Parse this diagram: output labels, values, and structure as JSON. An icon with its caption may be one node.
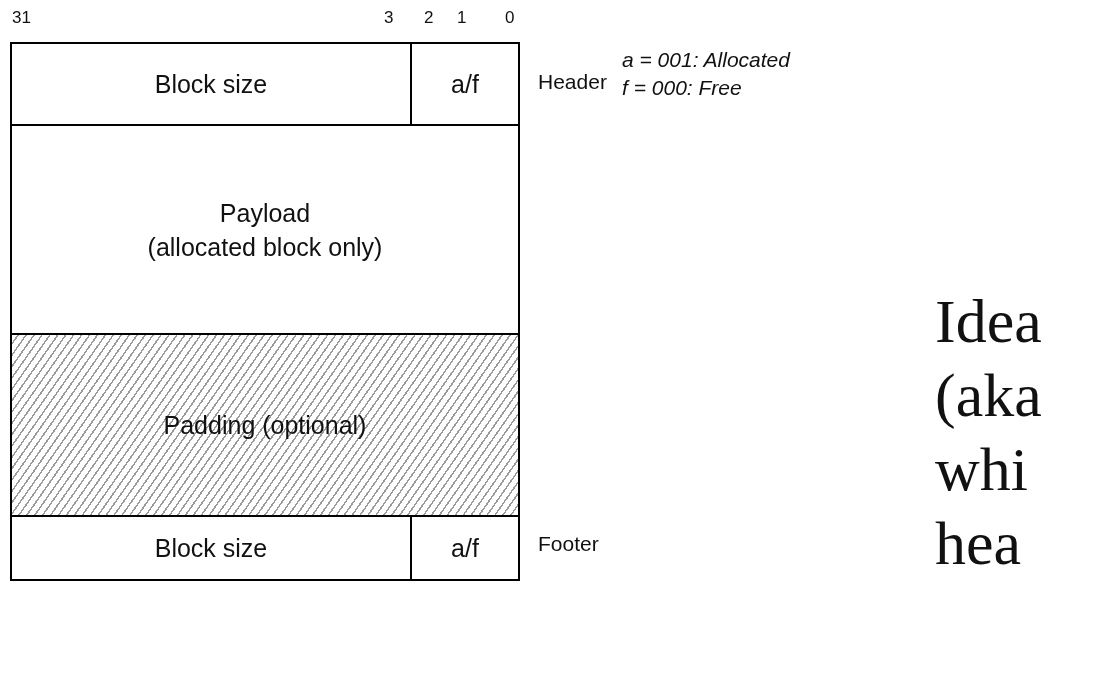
{
  "diagram": {
    "nodes": [
      {
        "text": [
          "Block size"
        ]
      },
      {
        "text": [
          "a/f"
        ]
      },
      {
        "text": [
          "Payload",
          "(allocated block only)"
        ]
      },
      {
        "text": [
          "Padding (optional)"
        ]
      },
      {
        "text": [
          "Block size"
        ]
      },
      {
        "text": [
          "a/f"
        ]
      }
    ],
    "labels": [
      "31",
      "3",
      "2",
      "1",
      "0",
      "Header",
      "a = 001: Allocated",
      "f = 000: Free",
      "Footer",
      "Idea (aka whi hea"
    ]
  }
}
